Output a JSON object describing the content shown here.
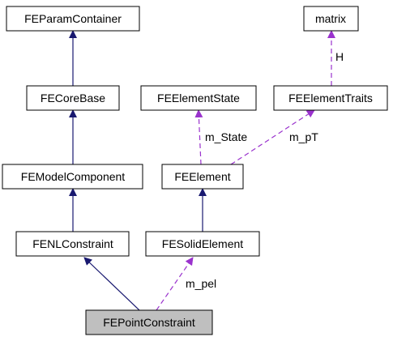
{
  "colors": {
    "inheritance": "#191970",
    "usage": "#9a32cd",
    "node_fill": "#ffffff",
    "focus_fill": "#bfbfbf",
    "border": "#000000"
  },
  "nodes": {
    "fe_param_container": "FEParamContainer",
    "matrix": "matrix",
    "fe_core_base": "FECoreBase",
    "fe_element_state": "FEElementState",
    "fe_element_traits": "FEElementTraits",
    "fe_model_component": "FEModelComponent",
    "fe_element": "FEElement",
    "fe_nl_constraint": "FENLConstraint",
    "fe_solid_element": "FESolidElement",
    "fe_point_constraint": "FEPointConstraint"
  },
  "edges": {
    "core_base_to_param_container": {
      "type": "inheritance",
      "label": ""
    },
    "model_component_to_core_base": {
      "type": "inheritance",
      "label": ""
    },
    "nl_constraint_to_model_component": {
      "type": "inheritance",
      "label": ""
    },
    "point_constraint_to_nl_constraint": {
      "type": "inheritance",
      "label": ""
    },
    "solid_element_to_element": {
      "type": "inheritance",
      "label": ""
    },
    "traits_to_matrix": {
      "type": "usage",
      "label": "H"
    },
    "element_to_state": {
      "type": "usage",
      "label": "m_State"
    },
    "element_to_traits": {
      "type": "usage",
      "label": "m_pT"
    },
    "point_constraint_to_solid_element": {
      "type": "usage",
      "label": "m_pel"
    }
  }
}
